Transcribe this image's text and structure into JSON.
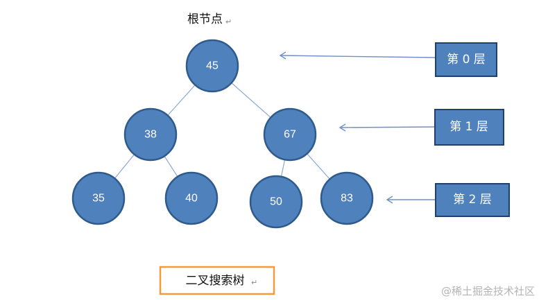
{
  "root_label": "根节点",
  "tree": {
    "nodes": [
      {
        "id": "n45",
        "value": "45"
      },
      {
        "id": "n38",
        "value": "38"
      },
      {
        "id": "n67",
        "value": "67"
      },
      {
        "id": "n35",
        "value": "35"
      },
      {
        "id": "n40",
        "value": "40"
      },
      {
        "id": "n50",
        "value": "50"
      },
      {
        "id": "n83",
        "value": "83"
      }
    ],
    "edges": [
      [
        "n45",
        "n38"
      ],
      [
        "n45",
        "n67"
      ],
      [
        "n38",
        "n35"
      ],
      [
        "n38",
        "n40"
      ],
      [
        "n67",
        "n50"
      ],
      [
        "n67",
        "n83"
      ]
    ]
  },
  "levels": [
    {
      "label": "第 0 层"
    },
    {
      "label": "第 1 层"
    },
    {
      "label": "第 2 层"
    }
  ],
  "caption": "二叉搜索树",
  "watermark": "@稀土掘金技术社区",
  "colors": {
    "node_fill": "#4f81bd",
    "caption_border": "#f29a3c"
  }
}
